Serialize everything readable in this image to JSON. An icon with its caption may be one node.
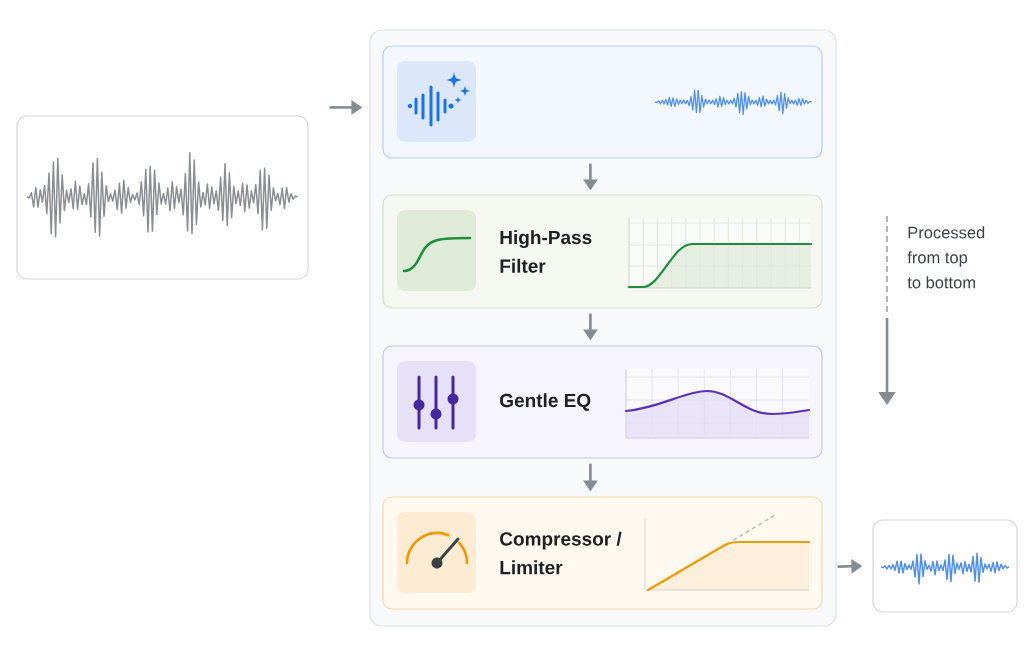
{
  "diagram": {
    "nodes": [
      {
        "text": [],
        "shape": "picture"
      },
      {
        "text": [],
        "shape": "box"
      },
      {
        "text": [],
        "shape": "box",
        "in": 1
      },
      {
        "text": [
          "High-Pass Filter"
        ],
        "in": 1
      },
      {
        "text": [
          "Gentle EQ"
        ],
        "in": 1
      },
      {
        "text": [
          "Compressor / Limiter"
        ],
        "in": 1
      },
      {
        "text": [],
        "shape": "picture"
      }
    ],
    "edges": [
      {
        "from": 0,
        "to": 1,
        "arrow": "to"
      },
      {
        "from": 2,
        "to": 3,
        "arrow": "to"
      },
      {
        "from": 3,
        "to": 4,
        "arrow": "to"
      },
      {
        "from": 4,
        "to": 5,
        "arrow": "to"
      },
      {
        "from": 1,
        "to": 6,
        "arrow": "to"
      }
    ],
    "labels": [
      "Processed from top to bottom"
    ]
  }
}
